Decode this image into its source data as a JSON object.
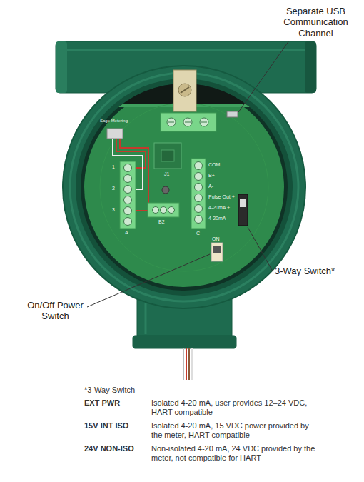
{
  "diagram": {
    "labels": [
      "Separate USB Communication Channel",
      "3-Way Switch*",
      "On/Off Power Switch",
      "Sage Metering",
      "1",
      "2",
      "3",
      "A",
      "COM",
      "B+",
      "A-",
      "Pulse Out +",
      "4-20mA +",
      "4-20mA -",
      "C",
      "B2",
      "J1",
      "ON",
      "*3-Way Switch",
      "EXT PWR",
      "Isolated 4-20 mA, user provides 12–24 VDC, HART compatible",
      "15V INT ISO",
      "Isolated 4-20 mA, 15 VDC power provided by the meter, HART compatible",
      "24V NON-ISO",
      "Non-isolated 4-20 mA, 24 VDC provided by the meter, not compatible for HART"
    ]
  }
}
